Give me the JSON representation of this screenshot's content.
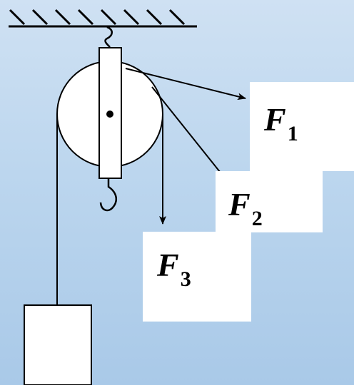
{
  "forces": [
    {
      "symbol": "F",
      "subscript": "1"
    },
    {
      "symbol": "F",
      "subscript": "2"
    },
    {
      "symbol": "F",
      "subscript": "3"
    }
  ],
  "colors": {
    "background": "#bcd6ee",
    "ink": "#000000",
    "label_box": "#ffffff"
  }
}
